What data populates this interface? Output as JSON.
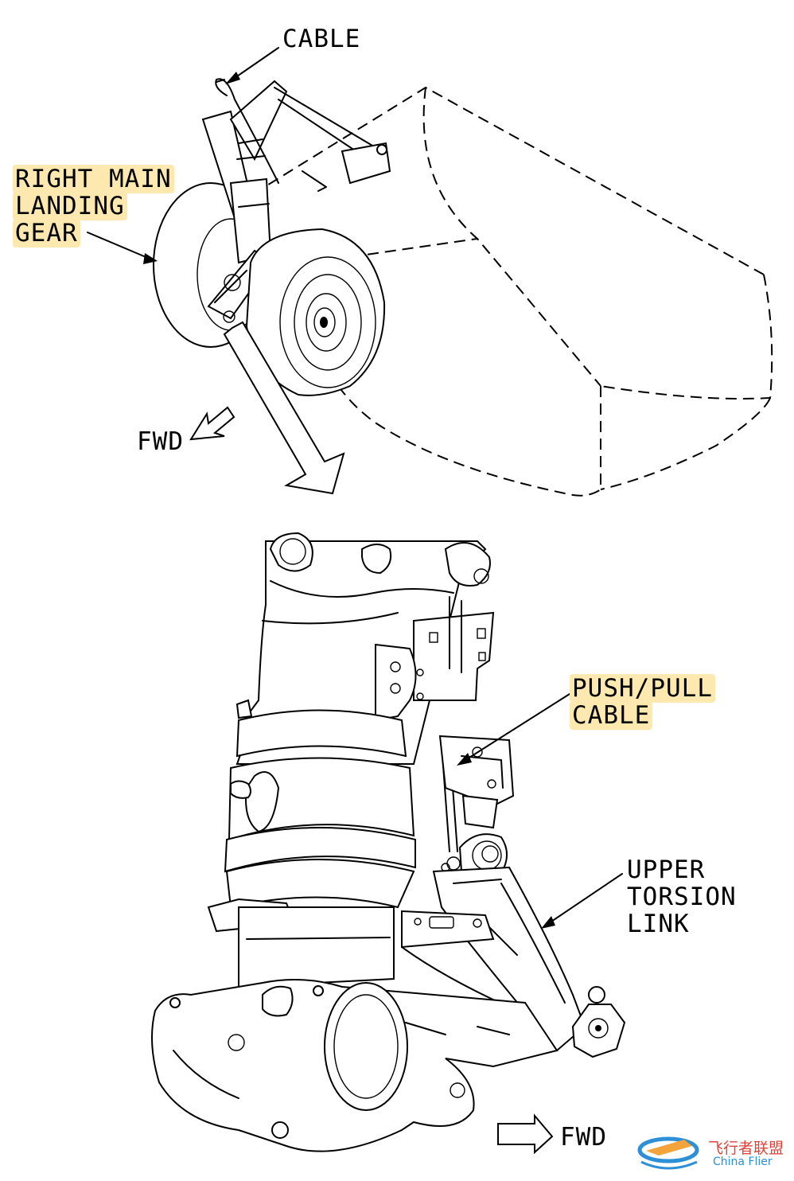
{
  "labels": {
    "cable": "CABLE",
    "main_gear": [
      "RIGHT MAIN",
      "LANDING",
      "GEAR"
    ],
    "fwd_top": "FWD",
    "push_pull_cable": [
      "PUSH/PULL",
      "CABLE"
    ],
    "upper_torsion_link": [
      "UPPER",
      "TORSION",
      "LINK"
    ],
    "fwd_bottom": "FWD"
  },
  "watermark": {
    "brand_cn": "飞行者联盟",
    "brand_en": "China Flier"
  },
  "colors": {
    "highlight": "#fde9b0",
    "line": "#000000",
    "watermark": "#2d8fd6"
  }
}
